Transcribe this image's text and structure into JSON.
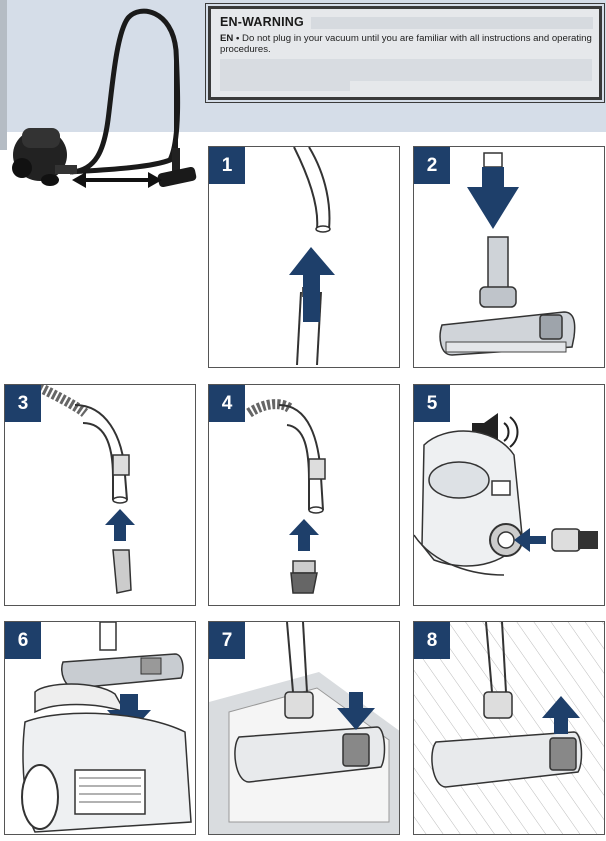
{
  "warning": {
    "title": "EN-WARNING",
    "lang": "EN",
    "bullet": "•",
    "text": "Do not plug in your vacuum until you are familiar with all instructions and operating procedures."
  },
  "steps": [
    {
      "number": "1"
    },
    {
      "number": "2"
    },
    {
      "number": "3"
    },
    {
      "number": "4"
    },
    {
      "number": "5"
    },
    {
      "number": "6"
    },
    {
      "number": "7"
    },
    {
      "number": "8"
    }
  ],
  "colors": {
    "accent": "#1e3f6a",
    "band": "#d5dde8",
    "arrow": "#1e3f6a"
  }
}
